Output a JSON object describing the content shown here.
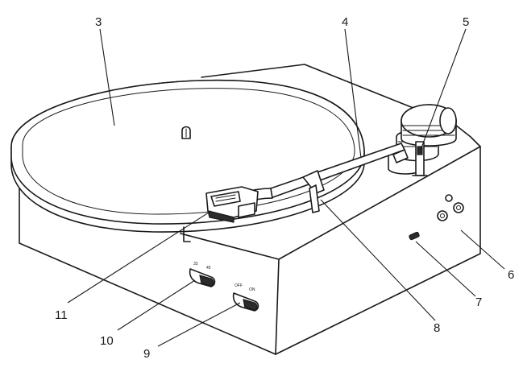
{
  "callouts": {
    "c3": "3",
    "c4": "4",
    "c5": "5",
    "c6": "6",
    "c7": "7",
    "c8": "8",
    "c9": "9",
    "c10": "10",
    "c11": "11"
  },
  "switch_labels": {
    "power_off": "OFF",
    "power_on": "ON"
  }
}
